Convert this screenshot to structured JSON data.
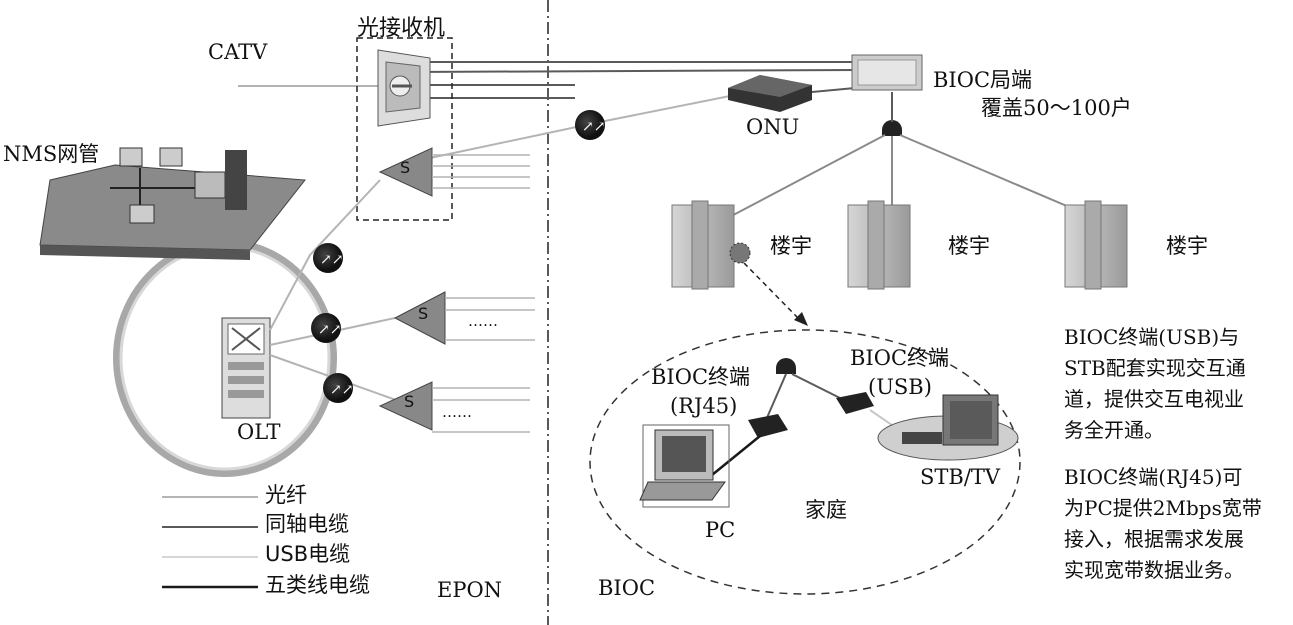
{
  "labels": {
    "catv": "CATV",
    "optical_receiver": "光接收机",
    "nms": "NMS网管",
    "olt": "OLT",
    "onu": "ONU",
    "bioc_head": "BIOC局端",
    "coverage": "覆盖50～100户",
    "building": "楼宇",
    "bioc_terminal_rj45": "BIOC终端",
    "rj45_tag": "(RJ45)",
    "bioc_terminal_usb": "BIOC终端",
    "usb_tag": "(USB)",
    "pc": "PC",
    "stb_tv": "STB/TV",
    "home": "家庭",
    "epon": "EPON",
    "bioc": "BIOC",
    "splitter": "S",
    "dots": "……"
  },
  "legend": [
    {
      "label": "光纤",
      "color": "#b4b4b4",
      "width": 2
    },
    {
      "label": "同轴电缆",
      "color": "#5a5a5a",
      "width": 2
    },
    {
      "label": "USB电缆",
      "color": "#c8c8c8",
      "width": 1.5
    },
    {
      "label": "五类线电缆",
      "color": "#1a1a1a",
      "width": 2.5
    }
  ],
  "notes": {
    "usb_note": "BIOC终端(USB)与\nSTB配套实现交互通\n道，提供交互电视业\n务全开通。",
    "rj45_note": "BIOC终端(RJ45)可\n为PC提供2Mbps宽带\n接入，根据需求发展\n实现宽带数据业务。"
  }
}
